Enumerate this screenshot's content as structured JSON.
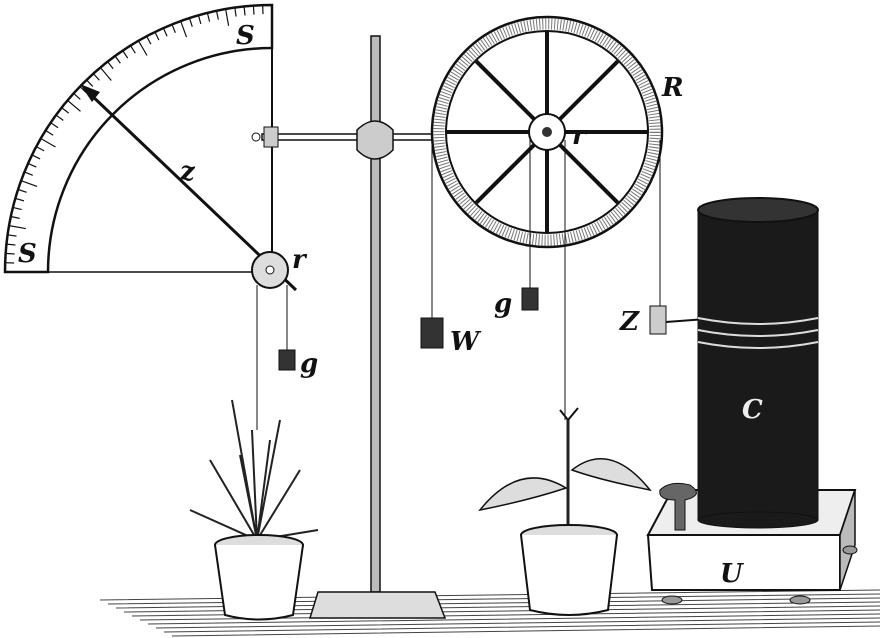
{
  "figure": {
    "labels": {
      "scale_left": "S",
      "scale_top": "S",
      "pointer": "z",
      "small_pulley_left": "r",
      "weight_left": "g",
      "weight_w": "W",
      "wheel_axle": "r",
      "wheel": "R",
      "weight_center": "g",
      "marker": "Z",
      "cylinder": "C",
      "base": "U"
    },
    "colors": {
      "ink": "#111111",
      "paper": "#ffffff",
      "cylinder": "#1a1a1a"
    }
  }
}
